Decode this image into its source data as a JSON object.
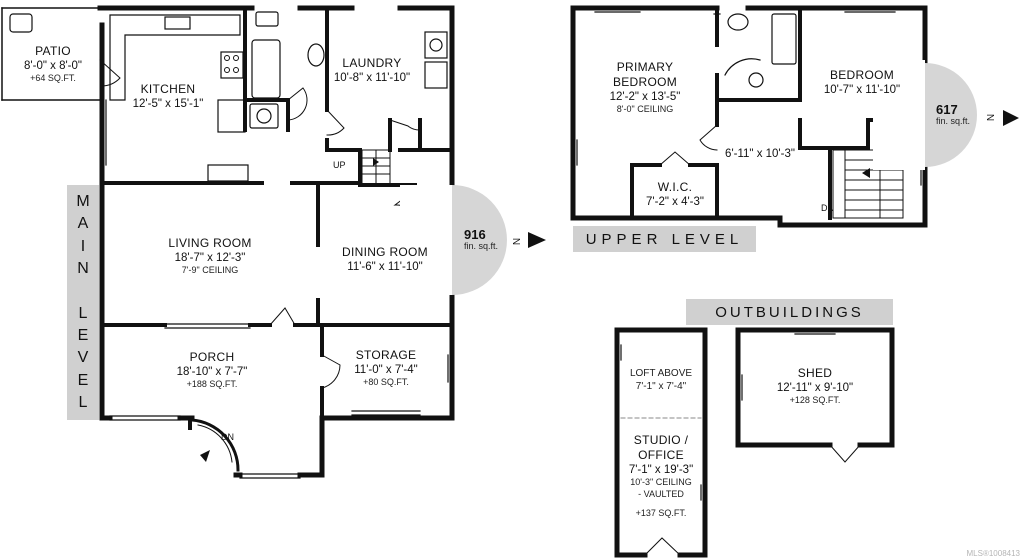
{
  "main_level": {
    "banner": "MAIN LEVEL",
    "area": {
      "value": "916",
      "unit": "fin. sq.ft.",
      "north": "N"
    },
    "rooms": {
      "patio": {
        "name": "PATIO",
        "dims": "8'-0\" x 8'-0\"",
        "note": "+64 SQ.FT."
      },
      "kitchen": {
        "name": "KITCHEN",
        "dims": "12'-5\" x 15'-1\""
      },
      "laundry": {
        "name": "LAUNDRY",
        "dims": "10'-8\" x 11'-10\""
      },
      "living": {
        "name": "LIVING ROOM",
        "dims": "18'-7\" x 12'-3\"",
        "note": "7'-9\" CEILING"
      },
      "dining": {
        "name": "DINING ROOM",
        "dims": "11'-6\" x 11'-10\""
      },
      "porch": {
        "name": "PORCH",
        "dims": "18'-10\" x 7'-7\"",
        "note": "+188 SQ.FT."
      },
      "storage": {
        "name": "STORAGE",
        "dims": "11'-0\" x 7'-4\"",
        "note": "+80 SQ.FT."
      }
    },
    "stair_up": "UP",
    "stair_down": "DN"
  },
  "upper_level": {
    "banner": "UPPER LEVEL",
    "area": {
      "value": "617",
      "unit": "fin. sq.ft.",
      "north": "N"
    },
    "rooms": {
      "primary": {
        "name_line1": "PRIMARY",
        "name_line2": "BEDROOM",
        "dims": "12'-2\" x 13'-5\"",
        "note": "8'-0\" CEILING"
      },
      "bedroom": {
        "name": "BEDROOM",
        "dims": "10'-7\" x 11'-10\""
      },
      "hall": {
        "dims": "6'-11\" x 10'-3\""
      },
      "wic": {
        "name": "W.I.C.",
        "dims": "7'-2\" x 4'-3\""
      }
    },
    "stair_down": "DN"
  },
  "outbuildings": {
    "banner": "OUTBUILDINGS",
    "loft": {
      "name": "LOFT ABOVE",
      "dims": "7'-1\" x 7'-4\""
    },
    "studio": {
      "name_line1": "STUDIO /",
      "name_line2": "OFFICE",
      "dims": "7'-1\" x 19'-3\"",
      "note_line1": "10'-3\" CEILING",
      "note_line2": "- VAULTED",
      "note_line3": "+137 SQ.FT."
    },
    "shed": {
      "name": "SHED",
      "dims": "12'-11\" x 9'-10\"",
      "note": "+128 SQ.FT."
    }
  },
  "watermark": "MLS®1008413",
  "colors": {
    "wall": "#111111",
    "banner": "#d0d0d0",
    "area_circle": "#d6d6d6",
    "fixture": "#555555"
  }
}
